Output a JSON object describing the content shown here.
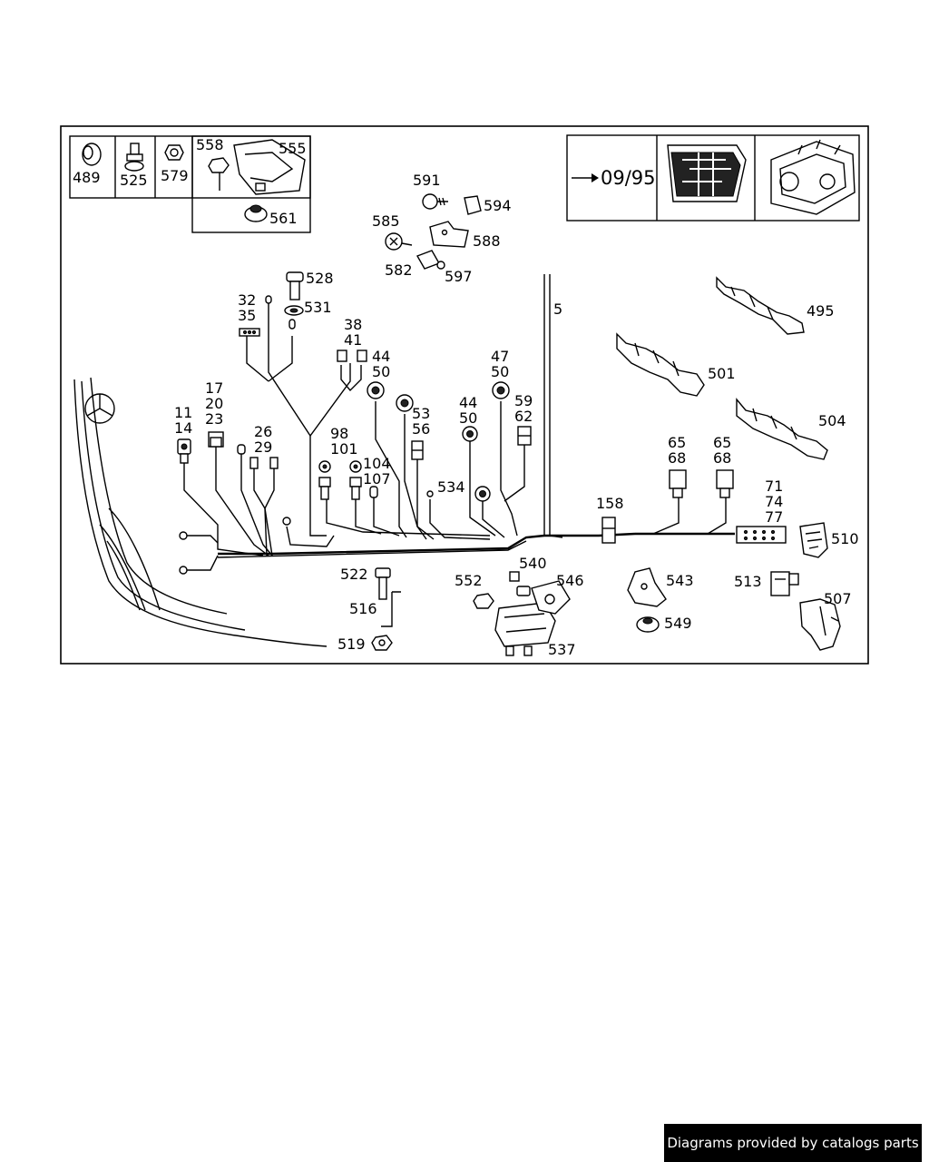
{
  "inset": {
    "date": "09/95"
  },
  "labels": [
    {
      "id": "l489",
      "text": "489"
    },
    {
      "id": "l525",
      "text": "525"
    },
    {
      "id": "l579",
      "text": "579"
    },
    {
      "id": "l558",
      "text": "558"
    },
    {
      "id": "l555",
      "text": "555"
    },
    {
      "id": "l561",
      "text": "561"
    },
    {
      "id": "l591",
      "text": "591"
    },
    {
      "id": "l594",
      "text": "594"
    },
    {
      "id": "l585",
      "text": "585"
    },
    {
      "id": "l588",
      "text": "588"
    },
    {
      "id": "l582",
      "text": "582"
    },
    {
      "id": "l597",
      "text": "597"
    },
    {
      "id": "l528",
      "text": "528"
    },
    {
      "id": "l531",
      "text": "531"
    },
    {
      "id": "l32",
      "text": "32"
    },
    {
      "id": "l35",
      "text": "35"
    },
    {
      "id": "l38",
      "text": "38"
    },
    {
      "id": "l41",
      "text": "41"
    },
    {
      "id": "l44a",
      "text": "44"
    },
    {
      "id": "l50a",
      "text": "50"
    },
    {
      "id": "l47",
      "text": "47"
    },
    {
      "id": "l50b",
      "text": "50"
    },
    {
      "id": "l5",
      "text": "5"
    },
    {
      "id": "l495",
      "text": "495"
    },
    {
      "id": "l501",
      "text": "501"
    },
    {
      "id": "l504",
      "text": "504"
    },
    {
      "id": "l17",
      "text": "17"
    },
    {
      "id": "l20",
      "text": "20"
    },
    {
      "id": "l23",
      "text": "23"
    },
    {
      "id": "l11",
      "text": "11"
    },
    {
      "id": "l14",
      "text": "14"
    },
    {
      "id": "l26",
      "text": "26"
    },
    {
      "id": "l29",
      "text": "29"
    },
    {
      "id": "l98",
      "text": "98"
    },
    {
      "id": "l101",
      "text": "101"
    },
    {
      "id": "l104",
      "text": "104"
    },
    {
      "id": "l107",
      "text": "107"
    },
    {
      "id": "l53",
      "text": "53"
    },
    {
      "id": "l56",
      "text": "56"
    },
    {
      "id": "l44b",
      "text": "44"
    },
    {
      "id": "l50c",
      "text": "50"
    },
    {
      "id": "l59",
      "text": "59"
    },
    {
      "id": "l62",
      "text": "62"
    },
    {
      "id": "l534",
      "text": "534"
    },
    {
      "id": "l158",
      "text": "158"
    },
    {
      "id": "l65a",
      "text": "65"
    },
    {
      "id": "l68a",
      "text": "68"
    },
    {
      "id": "l65b",
      "text": "65"
    },
    {
      "id": "l68b",
      "text": "68"
    },
    {
      "id": "l71",
      "text": "71"
    },
    {
      "id": "l74",
      "text": "74"
    },
    {
      "id": "l77",
      "text": "77"
    },
    {
      "id": "l510",
      "text": "510"
    },
    {
      "id": "l522",
      "text": "522"
    },
    {
      "id": "l540",
      "text": "540"
    },
    {
      "id": "l546",
      "text": "546"
    },
    {
      "id": "l552",
      "text": "552"
    },
    {
      "id": "l543",
      "text": "543"
    },
    {
      "id": "l513",
      "text": "513"
    },
    {
      "id": "l507",
      "text": "507"
    },
    {
      "id": "l516",
      "text": "516"
    },
    {
      "id": "l549",
      "text": "549"
    },
    {
      "id": "l519",
      "text": "519"
    },
    {
      "id": "l537",
      "text": "537"
    }
  ],
  "footer": {
    "text": "Diagrams provided by catalogs parts"
  }
}
